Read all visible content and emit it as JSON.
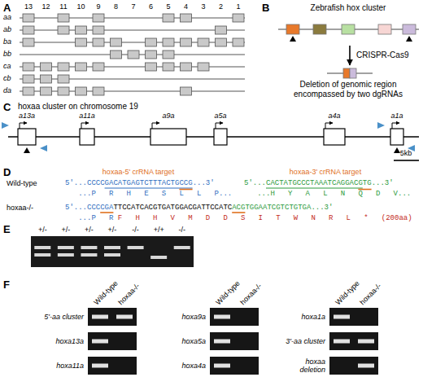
{
  "diagram": {
    "nodes": [
      {
        "text": [
          "5'-aa cluster"
        ]
      },
      {
        "text": [
          "hoxa13a"
        ]
      },
      {
        "text": [
          "hoxa11a"
        ]
      },
      {
        "text": [
          "hoxa9a"
        ]
      },
      {
        "text": [
          "hoxa5a"
        ]
      },
      {
        "text": [
          "hoxa4a"
        ]
      },
      {
        "text": [
          "hoxa1a"
        ]
      },
      {
        "text": [
          "3'-aa cluster"
        ]
      },
      {
        "text": [
          "hoxaa deletion"
        ]
      }
    ],
    "labels": [
      "A",
      "13",
      "12",
      "11",
      "10",
      "9",
      "8",
      "7",
      "6",
      "5",
      "4",
      "3",
      "2",
      "1",
      "aa",
      "ab",
      "ba",
      "bb",
      "ca",
      "cb",
      "da",
      "B",
      "Zebrafish hox cluster",
      "CRISPR-Cas9",
      "Deletion of genomic region encompassed by two dgRNAs",
      "C",
      "hoxaa cluster on chromosome 19",
      "a13a",
      "a11a",
      "a9a",
      "a5a",
      "a4a",
      "a1a",
      "5kb",
      "D",
      "hoxaa-5' crRNA target",
      "hoxaa-3' crRNA target",
      "Wild-type",
      "5'...CCCCGACATGAGTCTTTACTGCCG...3'",
      "5'...CACTATGCCCTAAATCAGGACGTG...3'",
      "...P R H E S L L P...",
      "...H Y A L N Q D V...",
      "hoxaa-/-",
      "5'...CCCCGA",
      "TTCCATCACGTGATGGACGATTCCATC",
      "ACGTGGAATCGTCTGTGA...3'",
      "...P R",
      "F H H V M D D S I T W N R L * (200aa)",
      "E",
      "+/-",
      "+/-",
      "+/-",
      "+/-",
      "-/-",
      "+/+",
      "-/-",
      "F",
      "Wild-type",
      "hoxaa-/-",
      "Wild-type",
      "hoxaa-/-",
      "Wild-type",
      "hoxaa-/-"
    ]
  }
}
